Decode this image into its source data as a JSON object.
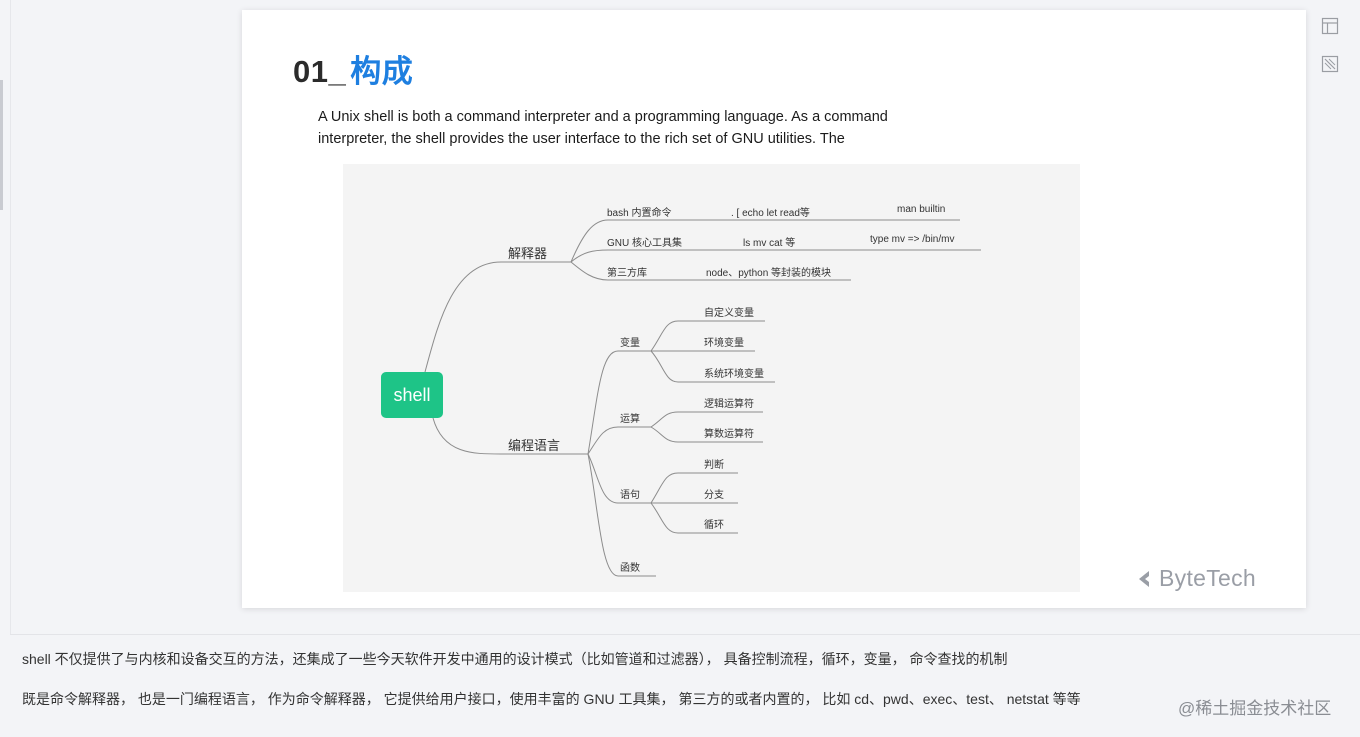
{
  "slide": {
    "title_number": "01_",
    "title_text": "构成",
    "intro": "A Unix shell is both a command interpreter and a programming language. As a command interpreter, the shell provides the user interface to the rich set of GNU utilities. The"
  },
  "mindmap": {
    "root": "shell",
    "interpreter": {
      "label": "解释器",
      "items": [
        {
          "name": "bash 内置命令",
          "example": ".  [   echo   let   read等",
          "extra": "man builtin"
        },
        {
          "name": "GNU 核心工具集",
          "example": "ls    mv   cat  等",
          "extra": "type mv =>   /bin/mv"
        },
        {
          "name": "第三方库",
          "example": "node、python 等封装的模块",
          "extra": ""
        }
      ]
    },
    "language": {
      "label": "编程语言",
      "groups": [
        {
          "name": "变量",
          "children": [
            "自定义变量",
            "环境变量",
            "系统环境变量"
          ]
        },
        {
          "name": "运算",
          "children": [
            "逻辑运算符",
            "算数运算符"
          ]
        },
        {
          "name": "语句",
          "children": [
            "判断",
            "分支",
            "循环"
          ]
        },
        {
          "name": "函数",
          "children": []
        }
      ]
    },
    "colors": {
      "root": "#1ec487",
      "lines": "#8c8c8c"
    }
  },
  "brand": "ByteTech",
  "notes": [
    "shell 不仅提供了与内核和设备交互的方法，还集成了一些今天软件开发中通用的设计模式（比如管道和过滤器）， 具备控制流程，循环，变量， 命令查找的机制",
    "既是命令解释器， 也是一门编程语言， 作为命令解释器， 它提供给用户接口，使用丰富的 GNU 工具集， 第三方的或者内置的， 比如 cd、pwd、exec、test、 netstat 等等"
  ],
  "watermark_site": "@稀土掘金技术社区",
  "icons": [
    "layout-icon",
    "crop-icon",
    "bytetech-logo-icon"
  ]
}
